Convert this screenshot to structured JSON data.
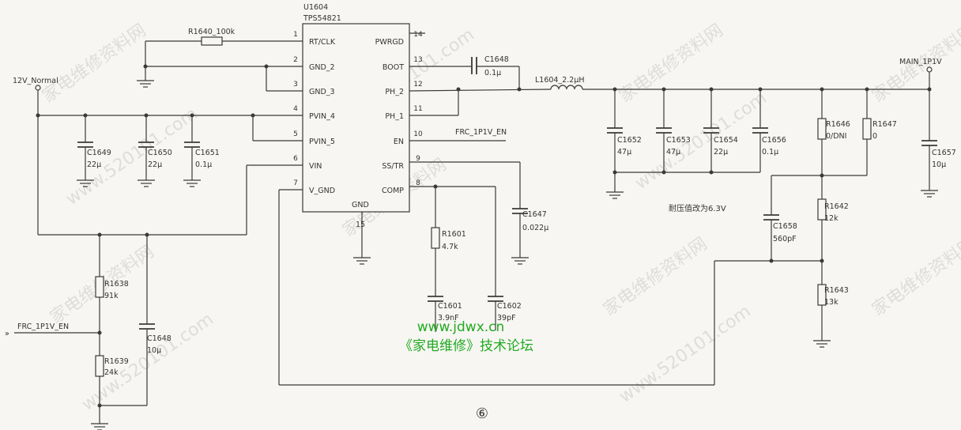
{
  "chip": {
    "ref": "U1604",
    "part": "TPS54821",
    "gnd_label": "GND",
    "gnd_pin": "15",
    "left_pins": [
      {
        "num": "1",
        "name": "RT/CLK"
      },
      {
        "num": "2",
        "name": "GND_2"
      },
      {
        "num": "3",
        "name": "GND_3"
      },
      {
        "num": "4",
        "name": "PVIN_4"
      },
      {
        "num": "5",
        "name": "PVIN_5"
      },
      {
        "num": "6",
        "name": "VIN"
      },
      {
        "num": "7",
        "name": "V_GND"
      }
    ],
    "right_pins": [
      {
        "num": "14",
        "name": "PWRGD"
      },
      {
        "num": "13",
        "name": "BOOT"
      },
      {
        "num": "12",
        "name": "PH_2"
      },
      {
        "num": "11",
        "name": "PH_1"
      },
      {
        "num": "10",
        "name": "EN"
      },
      {
        "num": "9",
        "name": "SS/TR"
      },
      {
        "num": "8",
        "name": "COMP"
      }
    ]
  },
  "nets": {
    "input": "12V_Normal",
    "output": "MAIN_1P1V",
    "enable_pin_net": "FRC_1P1V_EN",
    "enable_input": "FRC_1P1V_EN"
  },
  "components": {
    "r1640": "R1640_100k",
    "c1648_boot": {
      "ref": "C1648",
      "val": "0.1μ"
    },
    "l1604": "L1604_2.2μH",
    "c1649": {
      "ref": "C1649",
      "val": "22μ"
    },
    "c1650": {
      "ref": "C1650",
      "val": "22μ"
    },
    "c1651": {
      "ref": "C1651",
      "val": "0.1μ"
    },
    "c1647": {
      "ref": "C1647",
      "val": "0.022μ"
    },
    "r1601": {
      "ref": "R1601",
      "val": "4.7k"
    },
    "c1601": {
      "ref": "C1601",
      "val": "3.9nF"
    },
    "c1602": {
      "ref": "C1602",
      "val": "39pF"
    },
    "r1638": {
      "ref": "R1638",
      "val": "91k"
    },
    "r1639": {
      "ref": "R1639",
      "val": "24k"
    },
    "c1648_en": {
      "ref": "C1648",
      "val": "10μ"
    },
    "c1652": {
      "ref": "C1652",
      "val": "47μ"
    },
    "c1653": {
      "ref": "C1653",
      "val": "47μ"
    },
    "c1654": {
      "ref": "C1654",
      "val": "22μ"
    },
    "c1656": {
      "ref": "C1656",
      "val": "0.1μ"
    },
    "r1646": {
      "ref": "R1646",
      "val": "0/DNI"
    },
    "r1647": {
      "ref": "R1647",
      "val": "0"
    },
    "c1657": {
      "ref": "C1657",
      "val": "10μ"
    },
    "r1642": {
      "ref": "R1642",
      "val": "12k"
    },
    "c1658": {
      "ref": "C1658",
      "val": "560pF"
    },
    "r1643": {
      "ref": "R1643",
      "val": "13k"
    }
  },
  "annotations": {
    "voltage_note": "耐压值改为6.3V",
    "site": "www.jdwx.cn",
    "forum": "《家电维修》技术论坛",
    "figure_number": "⑥"
  },
  "watermarks": {
    "cn": "家电维修资料网",
    "num": "www.520101.com"
  }
}
